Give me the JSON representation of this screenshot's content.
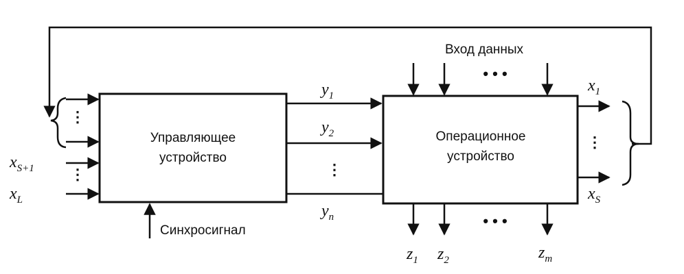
{
  "control_unit": {
    "line1": "Управляющее",
    "line2": "устройство"
  },
  "operational_unit": {
    "line1": "Операционное",
    "line2": "устройство"
  },
  "data_input_label": "Вход данных",
  "sync_label": "Синхросигнал",
  "inputs": {
    "xs1_main": "x",
    "xs1_sub": "S+1",
    "xl_main": "x",
    "xl_sub": "L"
  },
  "control_signals": [
    {
      "main": "y",
      "sub": "1"
    },
    {
      "main": "y",
      "sub": "2"
    },
    {
      "main": "y",
      "sub": "n"
    }
  ],
  "outputs_x": [
    {
      "main": "x",
      "sub": "1"
    },
    {
      "main": "x",
      "sub": "S"
    }
  ],
  "outputs_z": [
    {
      "main": "z",
      "sub": "1"
    },
    {
      "main": "z",
      "sub": "2"
    },
    {
      "main": "z",
      "sub": "m"
    }
  ],
  "ellipsis": "• • •"
}
